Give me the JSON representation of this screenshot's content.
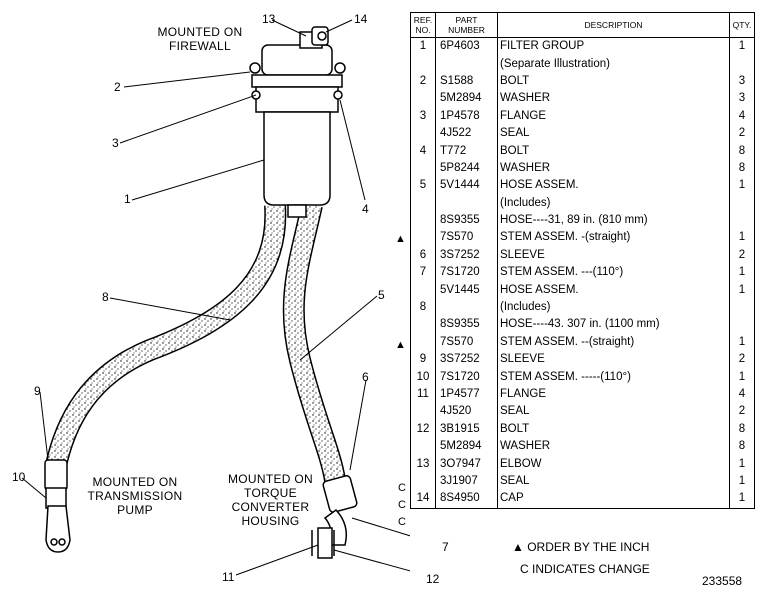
{
  "diagram_labels": {
    "firewall": [
      "MOUNTED ON",
      "FIREWALL"
    ],
    "transmission": [
      "MOUNTED ON",
      "TRANSMISSION",
      "PUMP"
    ],
    "torque": [
      "MOUNTED ON",
      "TORQUE",
      "CONVERTER",
      "HOUSING"
    ]
  },
  "callouts": [
    "13",
    "14",
    "2",
    "3",
    "1",
    "4",
    "8",
    "5",
    "9",
    "6",
    "10",
    "7",
    "11",
    "12"
  ],
  "table": {
    "headers": {
      "ref": "REF. NO.",
      "part": "PART NUMBER",
      "desc": "DESCRIPTION",
      "qty": "QTY."
    },
    "rows": [
      {
        "ref": "1",
        "part": "6P4603",
        "desc": "FILTER GROUP",
        "qty": "1"
      },
      {
        "ref": "",
        "part": "",
        "desc": "(Separate Illustration)",
        "qty": ""
      },
      {
        "ref": "2",
        "part": "S1588",
        "desc": "BOLT",
        "qty": "3"
      },
      {
        "ref": "",
        "part": "5M2894",
        "desc": "WASHER",
        "qty": "3"
      },
      {
        "ref": "3",
        "part": "1P4578",
        "desc": "FLANGE",
        "qty": "4"
      },
      {
        "ref": "",
        "part": "4J522",
        "desc": "SEAL",
        "qty": "2"
      },
      {
        "ref": "4",
        "part": "T772",
        "desc": "BOLT",
        "qty": "8"
      },
      {
        "ref": "",
        "part": "5P8244",
        "desc": "WASHER",
        "qty": "8"
      },
      {
        "ref": "5",
        "part": "5V1444",
        "desc": "HOSE ASSEM.",
        "qty": "1"
      },
      {
        "ref": "",
        "part": "",
        "desc": "(Includes)",
        "qty": ""
      },
      {
        "ref": "",
        "part": "8S9355",
        "desc": "HOSE----31, 89 in. (810 mm)",
        "qty": ""
      },
      {
        "ref": "",
        "part": "7S570",
        "desc": "STEM ASSEM. -(straight)",
        "qty": "1"
      },
      {
        "ref": "6",
        "part": "3S7252",
        "desc": "SLEEVE",
        "qty": "2"
      },
      {
        "ref": "7",
        "part": "7S1720",
        "desc": "STEM ASSEM. ---(110°)",
        "qty": "1"
      },
      {
        "ref": "",
        "part": "5V1445",
        "desc": "HOSE ASSEM.",
        "qty": "1"
      },
      {
        "ref": "8",
        "part": "",
        "desc": "(Includes)",
        "qty": ""
      },
      {
        "ref": "",
        "part": "8S9355",
        "desc": "HOSE----43. 307 in. (1100 mm)",
        "qty": ""
      },
      {
        "ref": "",
        "part": "7S570",
        "desc": "STEM ASSEM. --(straight)",
        "qty": "1"
      },
      {
        "ref": "9",
        "part": "3S7252",
        "desc": "SLEEVE",
        "qty": "2"
      },
      {
        "ref": "10",
        "part": "7S1720",
        "desc": "STEM ASSEM. -----(110°)",
        "qty": "1"
      },
      {
        "ref": "11",
        "part": "1P4577",
        "desc": "FLANGE",
        "qty": "4"
      },
      {
        "ref": "",
        "part": "4J520",
        "desc": "SEAL",
        "qty": "2"
      },
      {
        "ref": "12",
        "part": "3B1915",
        "desc": "BOLT",
        "qty": "8"
      },
      {
        "ref": "",
        "part": "5M2894",
        "desc": "WASHER",
        "qty": "8"
      },
      {
        "ref": "13",
        "part": "3O7947",
        "desc": "ELBOW",
        "qty": "1"
      },
      {
        "ref": "",
        "part": "3J1907",
        "desc": "SEAL",
        "qty": "1"
      },
      {
        "ref": "14",
        "part": "8S4950",
        "desc": "CAP",
        "qty": "1"
      }
    ]
  },
  "change_marks": [
    "C",
    "C",
    "C"
  ],
  "order_marks": [
    "▲",
    "▲"
  ],
  "notes": {
    "order_inch": "▲ ORDER BY THE INCH",
    "change": "C INDICATES CHANGE"
  },
  "drawing_number": "233558"
}
